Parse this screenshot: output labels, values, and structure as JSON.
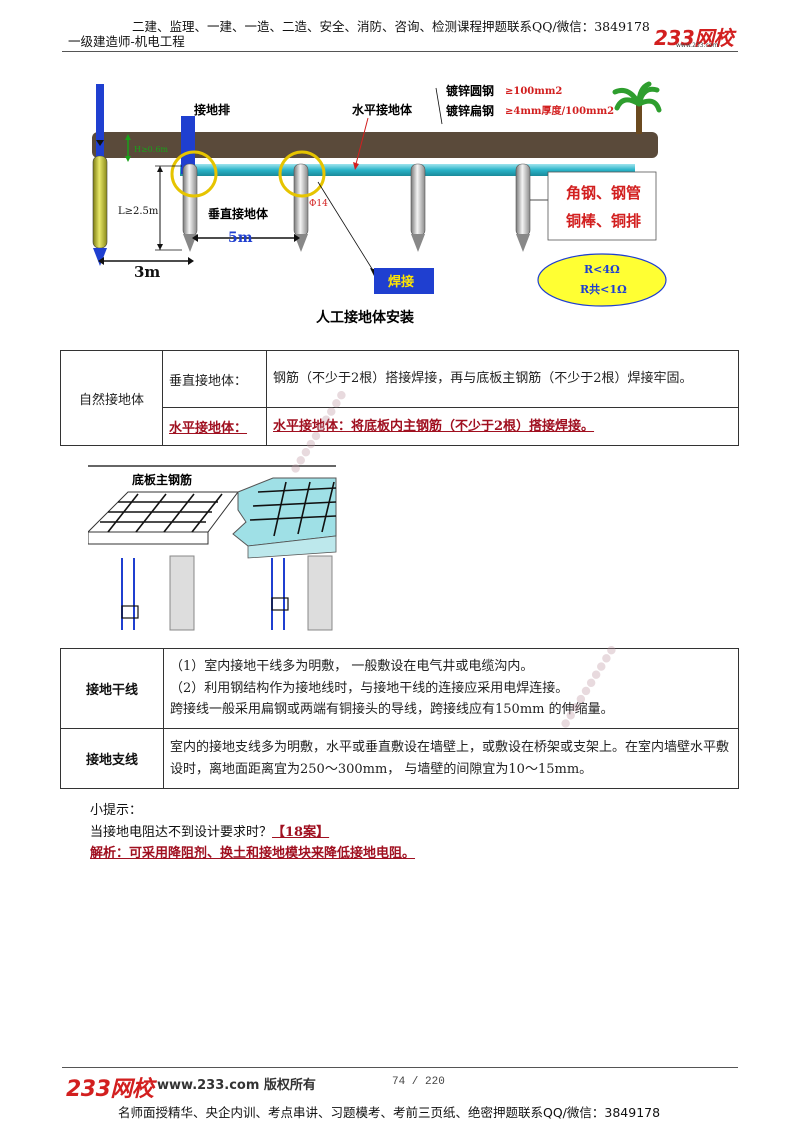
{
  "header": {
    "promo": "二建、监理、一建、一造、二造、安全、消防、咨询、检测课程押题联系QQ/微信：3849178",
    "subject": "一级建造师-机电工程",
    "logo": "233网校",
    "logo_sub": "www.233.com"
  },
  "diagram1": {
    "caption": "人工接地体安装",
    "label_grounding_bar": "接地排",
    "label_horizontal": "水平接地体",
    "label_galv_round": "镀锌圆钢",
    "label_galv_round_spec": "≥100mm2",
    "label_galv_flat": "镀锌扁钢",
    "label_galv_flat_spec": "≥4mm厚度/100mm2",
    "label_depth": "H≥0.6m",
    "label_length": "L≥2.5m",
    "label_vertical": "垂直接地体",
    "label_5m": "5m",
    "label_3m": "3m",
    "label_phi": "Φ14",
    "label_weld": "焊接",
    "label_materials_1": "角钢、钢管",
    "label_materials_2": "铜棒、铜排",
    "label_r1": "R<4Ω",
    "label_r2": "R共<1Ω"
  },
  "table1": {
    "category": "自然接地体",
    "row1_label": "垂直接地体：",
    "row1_text": "钢筋（不少于2根）搭接焊接，再与底板主钢筋（不少于2根）焊接牢固。",
    "row2_label": "水平接地体：",
    "row2_text": "水平接地体：将底板内主钢筋（不少于2根）搭接焊接。"
  },
  "diagram2": {
    "label": "底板主钢筋"
  },
  "table2": {
    "row1_label": "接地干线",
    "row1_line1": "（1）室内接地干线多为明敷， 一般敷设在电气井或电缆沟内。",
    "row1_line2": "（2）利用钢结构作为接地线时，与接地干线的连接应采用电焊连接。",
    "row1_line3": "跨接线一般采用扁钢或两端有铜接头的导线，跨接线应有150mm 的伸缩量。",
    "row2_label": "接地支线",
    "row2_text": "室内的接地支线多为明敷，水平或垂直敷设在墙壁上，或敷设在桥架或支架上。在室内墙壁水平敷设时，离地面距离宜为250～300mm， 与墙壁的间隙宜为10～15mm。"
  },
  "tips": {
    "heading": "小提示：",
    "question": "当接地电阻达不到设计要求时？",
    "tag": "【18案】",
    "answer": "解析：可采用降阻剂、换土和接地模块来降低接地电阻。"
  },
  "footer": {
    "logo": "233网校",
    "site": "www.233.com 版权所有",
    "page": "74 / 220",
    "slogan": "名师面授精华、央企内训、考点串讲、习题模考、考前三页纸、绝密押题联系QQ/微信：3849178"
  },
  "colors": {
    "brand_red": "#d21f1f",
    "emphasis_red": "#a01020",
    "diagram_blue": "#1f3fd0",
    "ground_brown": "#5a4a3a",
    "pipe_teal": "#29b3c8",
    "ellipse_yellow": "#ffff33"
  }
}
